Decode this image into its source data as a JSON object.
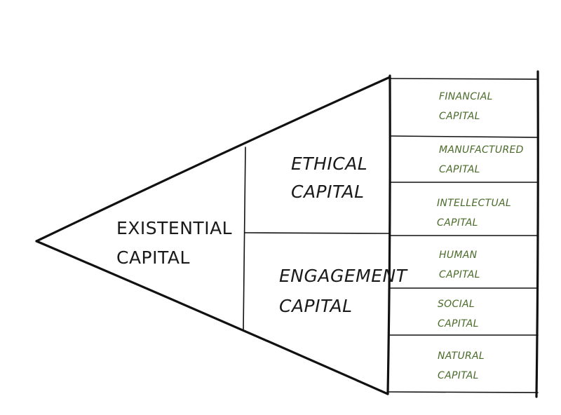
{
  "sections": {
    "existential": {
      "line1": "EXISTENTIAL",
      "line2": "CAPITAL"
    },
    "ethical": {
      "line1": "ETHICAL",
      "line2": "CAPITAL"
    },
    "engagement": {
      "line1": "ENGAGEMENT",
      "line2": "CAPITAL"
    }
  },
  "capitals": [
    {
      "line1": "FINANCIAL",
      "line2": "CAPITAL"
    },
    {
      "line1": "MANUFACTURED",
      "line2": "CAPITAL"
    },
    {
      "line1": "INTELLECTUAL",
      "line2": "CAPITAL"
    },
    {
      "line1": "HUMAN",
      "line2": "CAPITAL"
    },
    {
      "line1": "SOCIAL",
      "line2": "CAPITAL"
    },
    {
      "line1": "NATURAL",
      "line2": "CAPITAL"
    }
  ],
  "colors": {
    "ink": "#111111",
    "label": "#1a1a1a",
    "capital_label": "#4a6b2a",
    "background": "#ffffff"
  }
}
